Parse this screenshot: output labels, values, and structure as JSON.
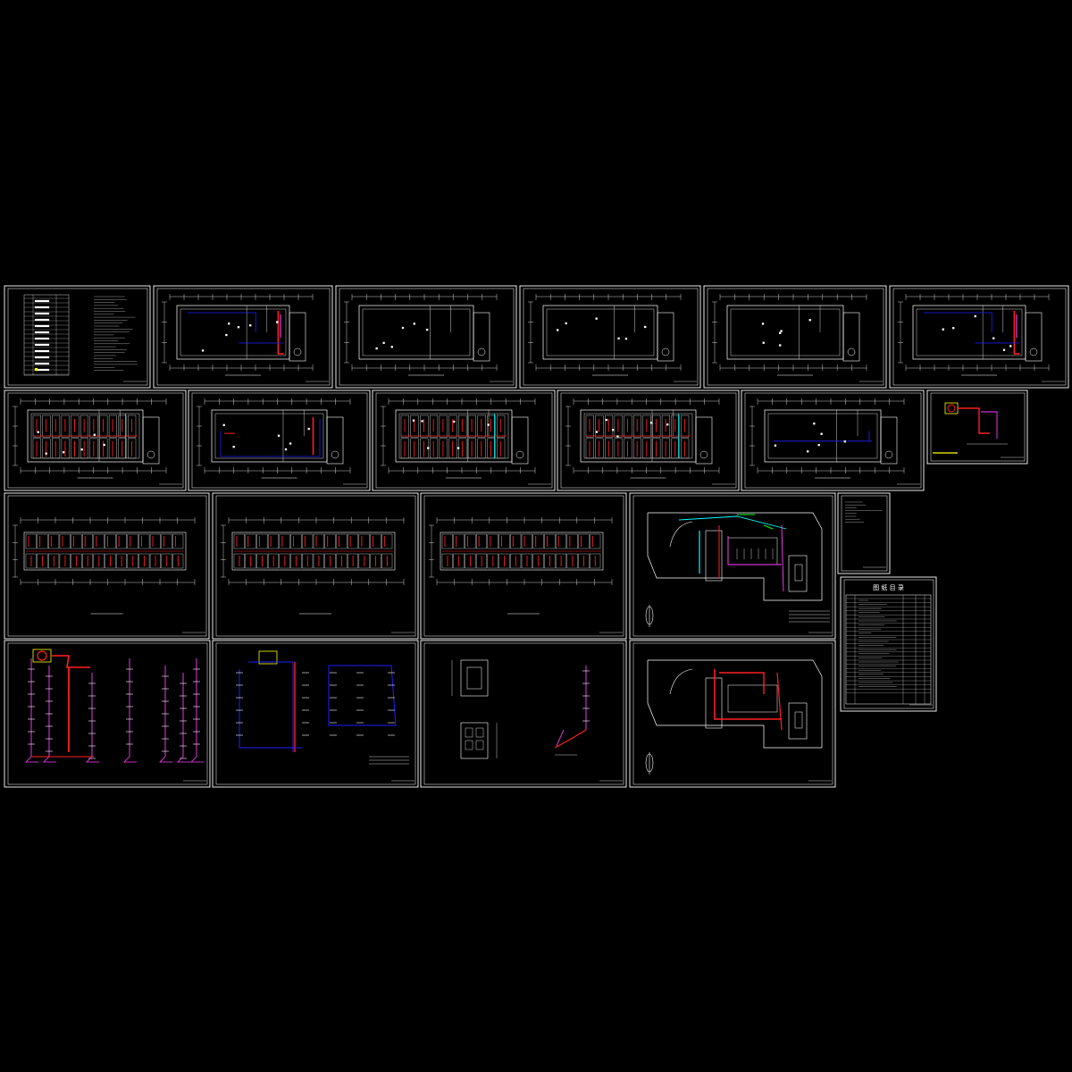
{
  "colors": {
    "background": "#000000",
    "frame": "#ffffff",
    "grid": "#ffffff",
    "supply_pipe": "#ff2020",
    "return_pipe": "#2020ff",
    "riser": "#ff40ff",
    "equipment": "#ffff00",
    "cyan_pipe": "#00ffff",
    "green_pipe": "#00ff00"
  },
  "sheets": [
    {
      "id": "sheet-01",
      "kind": "design-notes"
    },
    {
      "id": "sheet-02",
      "kind": "floor-plan",
      "accent": "supply-return"
    },
    {
      "id": "sheet-03",
      "kind": "floor-plan",
      "accent": "none"
    },
    {
      "id": "sheet-04",
      "kind": "floor-plan",
      "accent": "none"
    },
    {
      "id": "sheet-05",
      "kind": "floor-plan",
      "accent": "none"
    },
    {
      "id": "sheet-06",
      "kind": "floor-plan",
      "accent": "supply-return"
    },
    {
      "id": "sheet-07",
      "kind": "floor-plan",
      "accent": "dense-rooms"
    },
    {
      "id": "sheet-08",
      "kind": "floor-plan",
      "accent": "return-loop"
    },
    {
      "id": "sheet-09",
      "kind": "floor-plan",
      "accent": "dense-rooms"
    },
    {
      "id": "sheet-10",
      "kind": "floor-plan",
      "accent": "dense-rooms"
    },
    {
      "id": "sheet-11",
      "kind": "floor-plan",
      "accent": "return-line"
    },
    {
      "id": "sheet-12",
      "kind": "detail",
      "accent": "equipment"
    },
    {
      "id": "sheet-13",
      "kind": "long-plan"
    },
    {
      "id": "sheet-14",
      "kind": "long-plan"
    },
    {
      "id": "sheet-15",
      "kind": "long-plan"
    },
    {
      "id": "sheet-16",
      "kind": "site-plan",
      "accent": "multi"
    },
    {
      "id": "sheet-17",
      "kind": "notes"
    },
    {
      "id": "sheet-18",
      "kind": "drawing-index",
      "title": "图 纸 目 录"
    },
    {
      "id": "sheet-19",
      "kind": "riser-diagram",
      "accent": "red-magenta"
    },
    {
      "id": "sheet-20",
      "kind": "riser-diagram",
      "accent": "blue-red"
    },
    {
      "id": "sheet-21",
      "kind": "detail-sections"
    },
    {
      "id": "sheet-22",
      "kind": "site-plan",
      "accent": "red"
    }
  ]
}
